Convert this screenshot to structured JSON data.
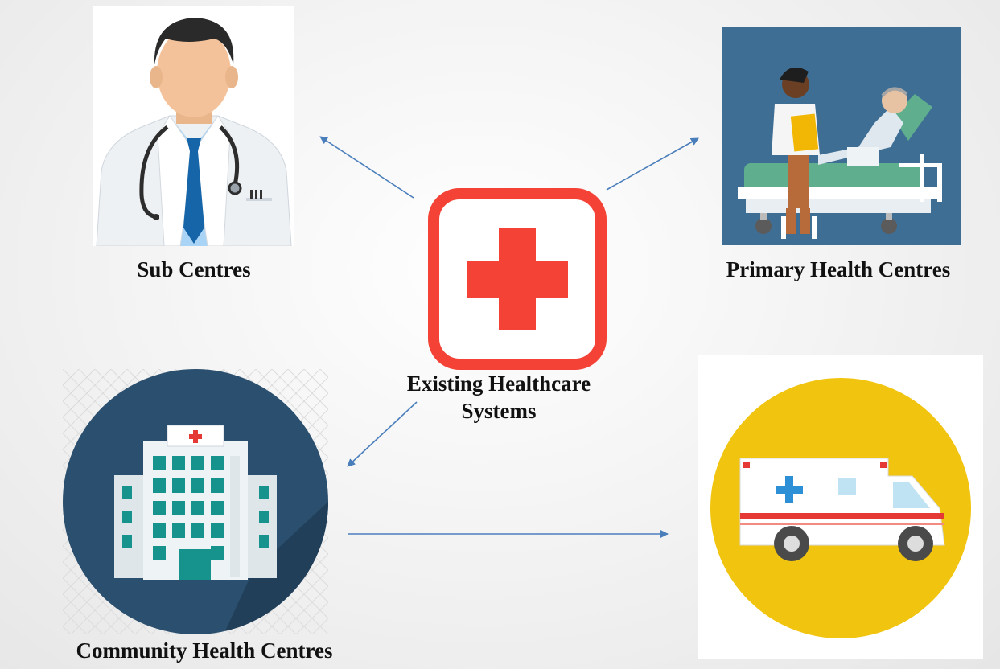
{
  "diagram": {
    "center": {
      "label_line1": "Existing Healthcare",
      "label_line2": "Systems",
      "icon": "red-cross-icon"
    },
    "nodes": [
      {
        "id": "sub-centres",
        "label": "Sub Centres",
        "icon": "doctor-icon"
      },
      {
        "id": "primary-health-centres",
        "label": "Primary Health Centres",
        "icon": "hospital-bed-patient-icon"
      },
      {
        "id": "community-health-centres",
        "label": "Community Health Centres",
        "icon": "hospital-building-icon"
      },
      {
        "id": "ambulance",
        "label": "",
        "icon": "ambulance-icon"
      }
    ],
    "colors": {
      "arrow": "#4a7ebb",
      "cross_red": "#f44336",
      "doctor_tie": "#1565a8",
      "ward_background": "#3f6e95",
      "building_circle": "#2b4f6e",
      "building_teal": "#16938c",
      "ambulance_circle": "#f1c40f",
      "ambulance_stripe": "#e53935"
    }
  }
}
